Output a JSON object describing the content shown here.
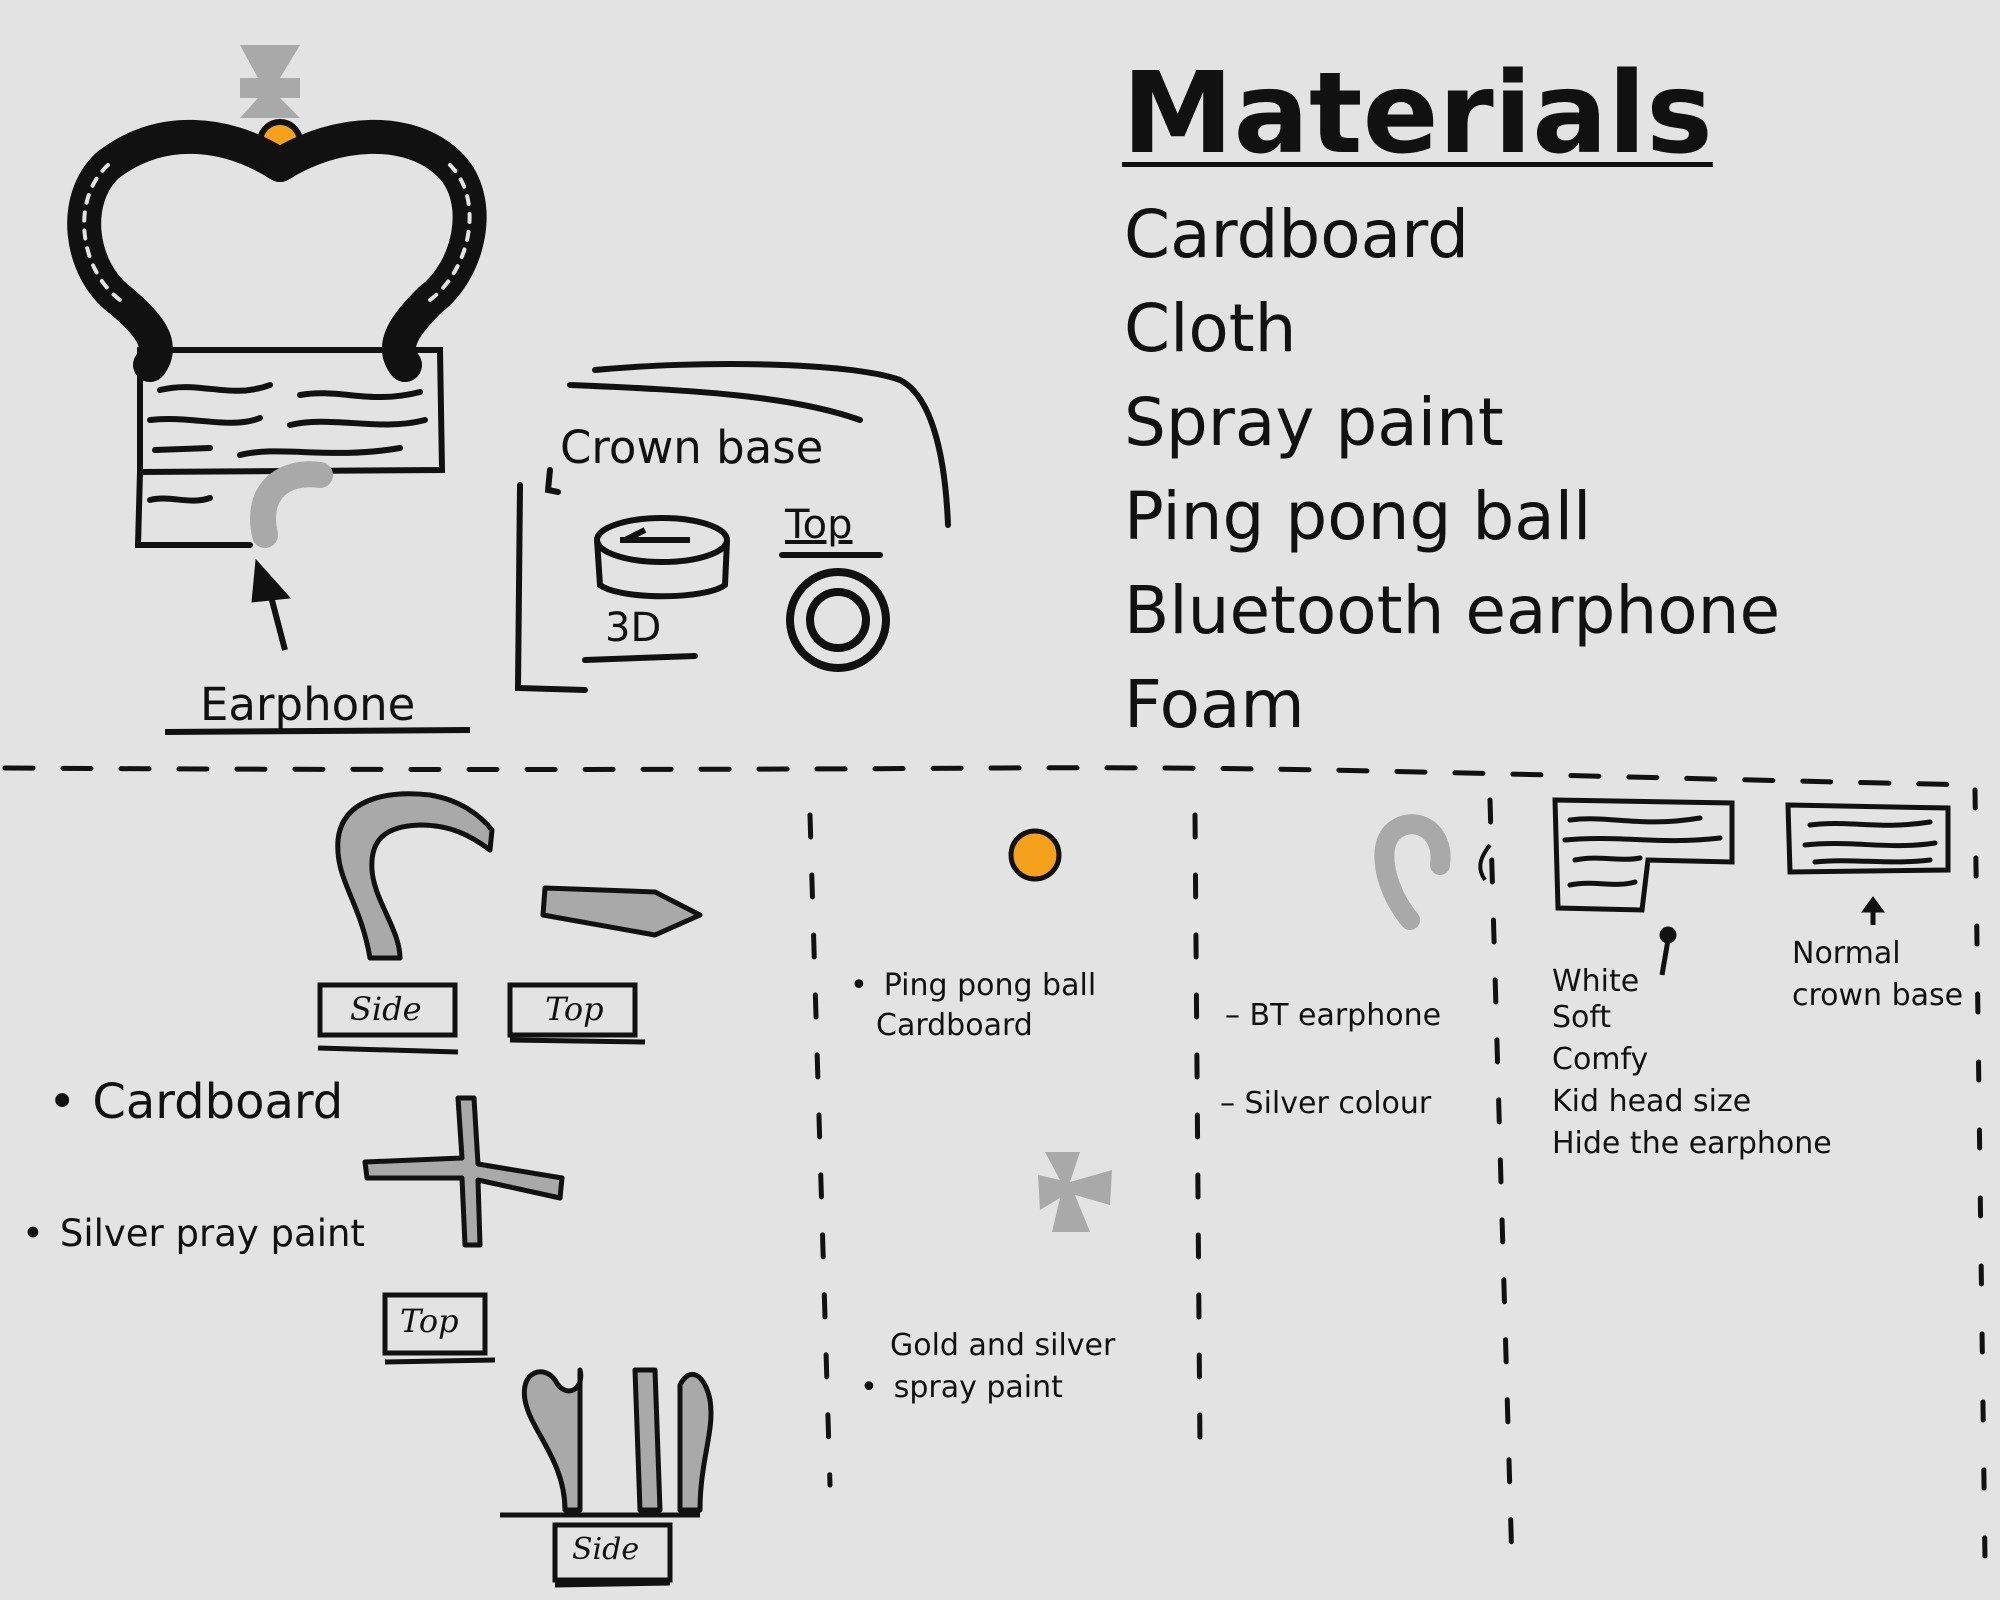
{
  "materials": {
    "title": "Materials",
    "items": [
      "Cardboard",
      "Cloth",
      "Spray paint",
      "Ping pong ball",
      "Bluetooth earphone",
      "Foam"
    ]
  },
  "sketch_labels": {
    "earphone": "Earphone",
    "crown_base": "Crown base",
    "view_3d": "3D",
    "view_top": "Top",
    "view_side": "Side"
  },
  "panel_arms": {
    "notes": [
      "Cardboard",
      "Silver pray paint"
    ]
  },
  "panel_ball_cross": {
    "note_1": [
      "Ping pong ball",
      "Cardboard"
    ],
    "note_2": [
      "Gold and silver",
      "spray paint"
    ]
  },
  "panel_earphone": {
    "notes": [
      "BT earphone",
      "Silver colour"
    ]
  },
  "panel_base": {
    "left_notes": [
      "White",
      "Soft",
      "Comfy",
      "Kid head size",
      "Hide the earphone"
    ],
    "right_notes": [
      "Normal",
      "crown base"
    ]
  },
  "colors": {
    "background": "#e3e3e3",
    "ink": "#111111",
    "silver": "#a9a9a9",
    "orange": "#f5a11c"
  }
}
